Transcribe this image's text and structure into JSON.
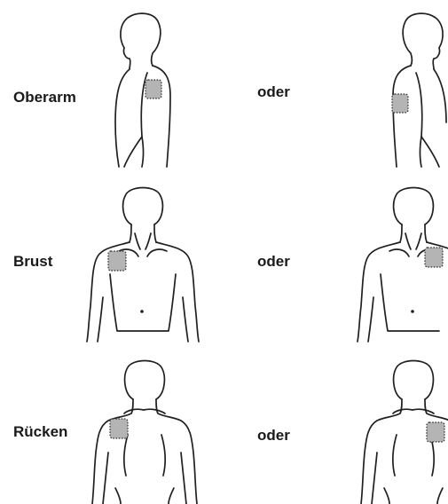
{
  "rows": [
    {
      "site_label": "Oberarm",
      "or_label": "oder"
    },
    {
      "site_label": "Brust",
      "or_label": "oder"
    },
    {
      "site_label": "Rücken",
      "or_label": "oder"
    }
  ],
  "colors": {
    "line": "#231f20",
    "patch_fill": "#b4b4b4",
    "background": "#ffffff"
  },
  "icons": [
    "side-body-figure-icon",
    "front-torso-figure-icon",
    "back-torso-figure-icon",
    "patch-icon"
  ]
}
